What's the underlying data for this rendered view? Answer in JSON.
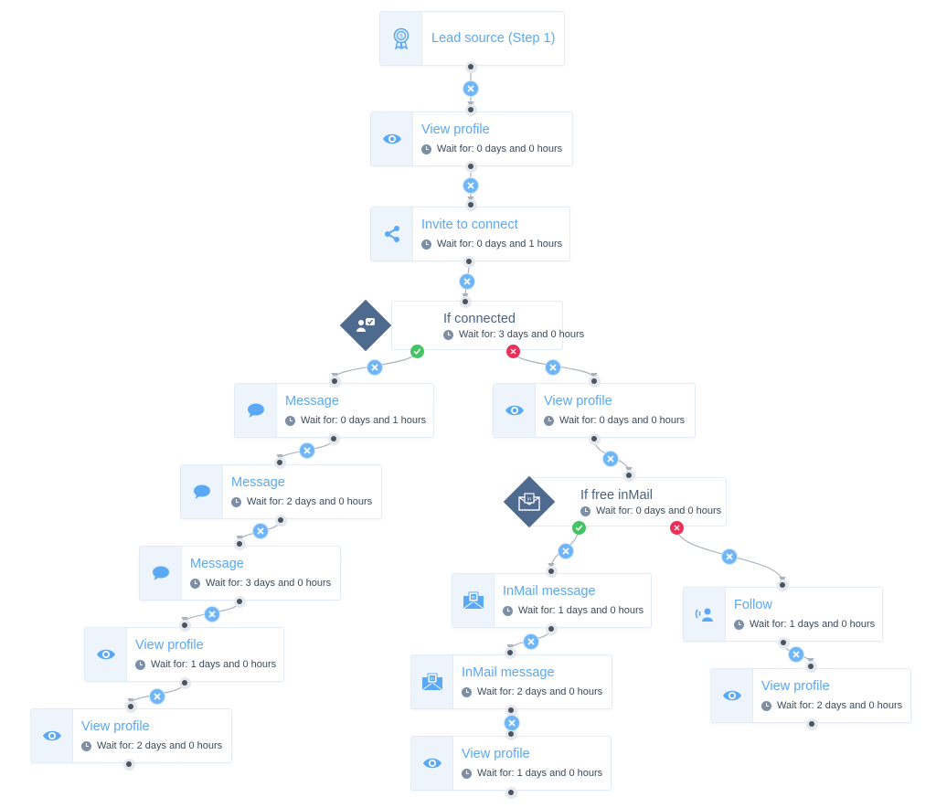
{
  "colors": {
    "accent": "#5ba8f5",
    "delete_button": "#6fb6f8",
    "condition": "#4f6a8f",
    "yes": "#43c463",
    "no": "#ec2f58",
    "edge": "#aab3bd"
  },
  "wait_prefix": "Wait for:",
  "nodes": {
    "lead": {
      "title": "Lead source (Step 1)",
      "icon": "award-badge-icon"
    },
    "view1": {
      "title": "View profile",
      "wait": "0 days and 0 hours",
      "icon": "eye-icon"
    },
    "invite": {
      "title": "Invite to connect",
      "wait": "0 days and 1 hours",
      "icon": "share-icon"
    },
    "ifconn": {
      "title": "If connected",
      "wait": "3 days and 0 hours",
      "icon": "connection-check-icon"
    },
    "msg1": {
      "title": "Message",
      "wait": "0 days and 1 hours",
      "icon": "chat-bubble-icon"
    },
    "msg2": {
      "title": "Message",
      "wait": "2 days and 0 hours",
      "icon": "chat-bubble-icon"
    },
    "msg3": {
      "title": "Message",
      "wait": "3 days and 0 hours",
      "icon": "chat-bubble-icon"
    },
    "viewL1": {
      "title": "View profile",
      "wait": "1 days and 0 hours",
      "icon": "eye-icon"
    },
    "viewL2": {
      "title": "View profile",
      "wait": "2 days and 0 hours",
      "icon": "eye-icon"
    },
    "viewR": {
      "title": "View profile",
      "wait": "0 days and 0 hours",
      "icon": "eye-icon"
    },
    "iffree": {
      "title": "If free inMail",
      "wait": "0 days and 0 hours",
      "icon": "inmail-envelope-icon"
    },
    "inmail1": {
      "title": "InMail message",
      "wait": "1 days and 0 hours",
      "icon": "inmail-envelope-icon"
    },
    "inmail2": {
      "title": "InMail message",
      "wait": "2 days and 0 hours",
      "icon": "inmail-envelope-icon"
    },
    "viewM": {
      "title": "View profile",
      "wait": "1 days and 0 hours",
      "icon": "eye-icon"
    },
    "follow": {
      "title": "Follow",
      "wait": "1 days and 0 hours",
      "icon": "follow-person-icon"
    },
    "viewF": {
      "title": "View profile",
      "wait": "2 days and 0 hours",
      "icon": "eye-icon"
    }
  }
}
